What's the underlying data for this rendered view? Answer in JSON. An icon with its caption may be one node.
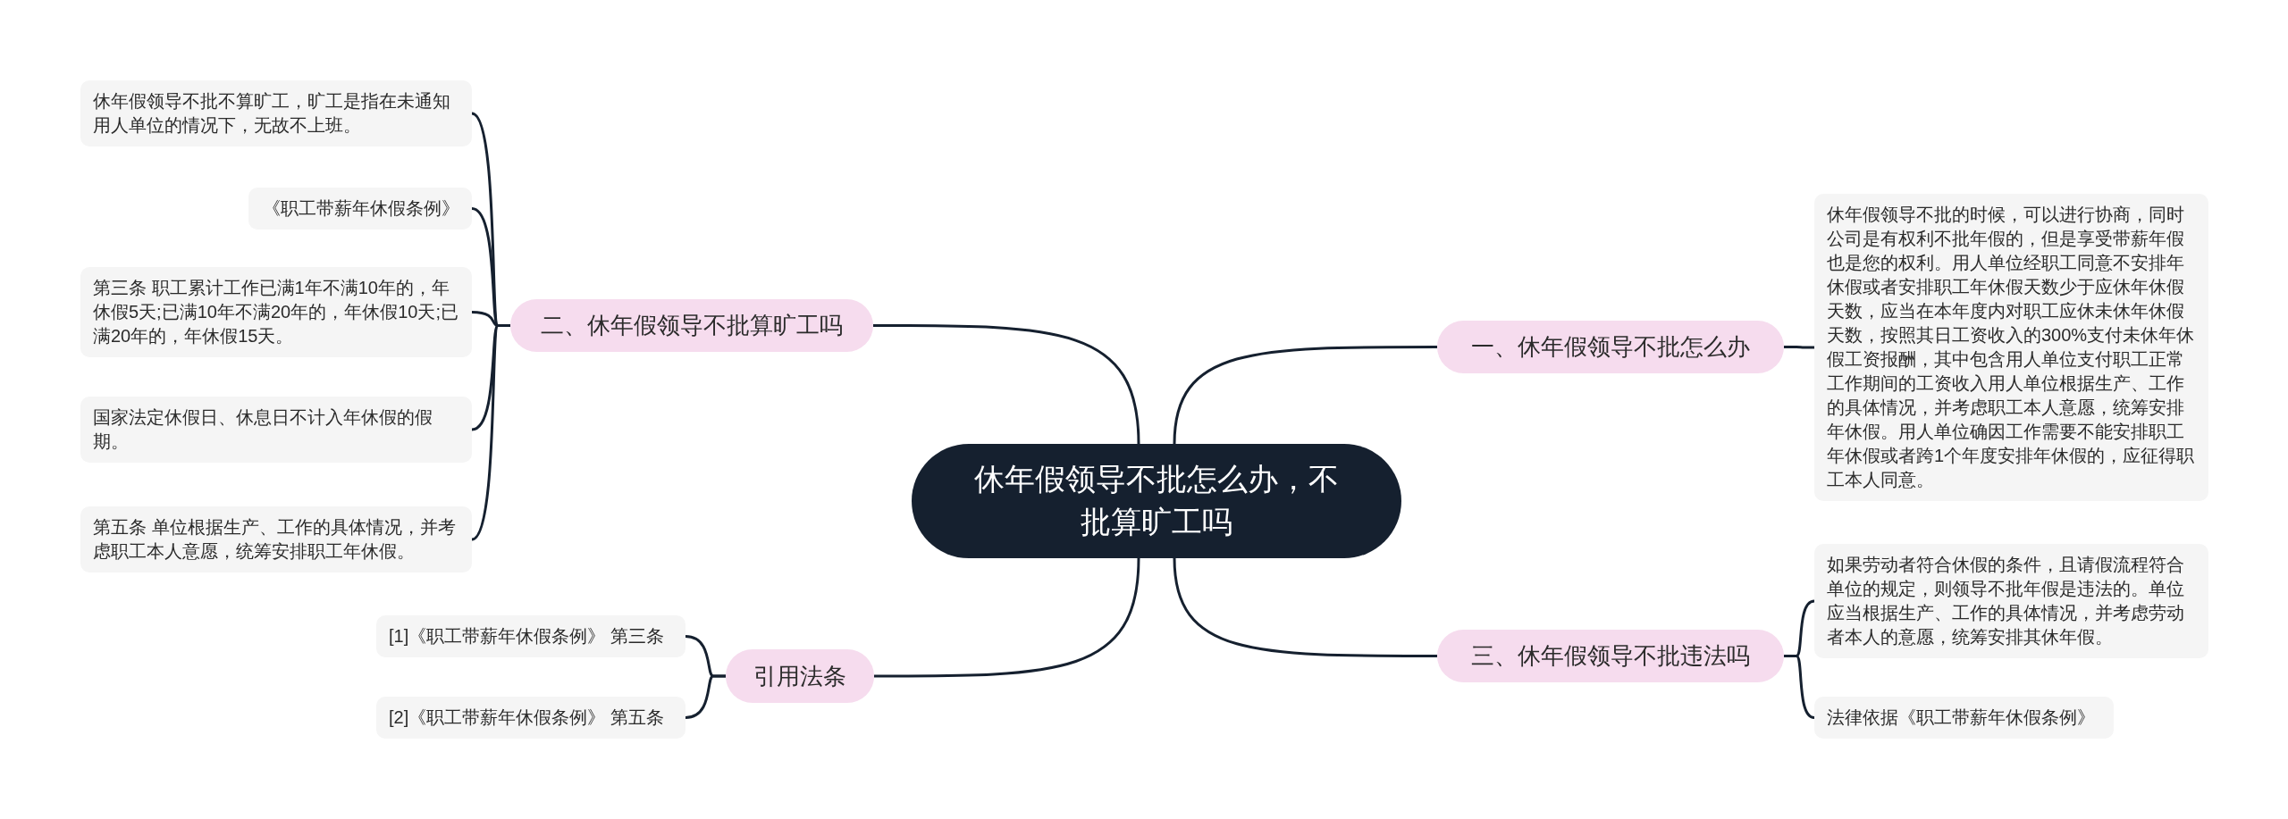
{
  "diagram": {
    "nodes": [
      {
        "text": [
          "休年假领导不批怎么办，不批算旷工吗"
        ]
      },
      {
        "text": [
          "一、休年假领导不批怎么办"
        ]
      },
      {
        "text": [
          "休年假领导不批的时候，可以进行协商，同时公司是有权利不批年假的，但是享受带薪年假也是您的权利。用人单位经职工同意不安排年休假或者安排职工年休假天数少于应休年休假天数，应当在本年度内对职工应休未休年休假天数，按照其日工资收入的300%支付未休年休假工资报酬，其中包含用人单位支付职工正常工作期间的工资收入用人单位根据生产、工作的具体情况，并考虑职工本人意愿，统筹安排年休假。用人单位确因工作需要不能安排职工年休假或者跨1个年度安排年休假的，应征得职工本人同意。"
        ]
      },
      {
        "text": [
          "三、休年假领导不批违法吗"
        ]
      },
      {
        "text": [
          "如果劳动者符合休假的条件，且请假流程符合单位的规定，则领导不批年假是违法的。单位应当根据生产、工作的具体情况，并考虑劳动者本人的意愿，统筹安排其休年假。"
        ]
      },
      {
        "text": [
          "法律依据《职工带薪年休假条例》"
        ]
      },
      {
        "text": [
          "二、休年假领导不批算旷工吗"
        ]
      },
      {
        "text": [
          "休年假领导不批不算旷工，旷工是指在未通知用人单位的情况下，无故不上班。"
        ]
      },
      {
        "text": [
          "《职工带薪年休假条例》"
        ]
      },
      {
        "text": [
          "第三条 职工累计工作已满1年不满10年的，年休假5天;已满10年不满20年的，年休假10天;已满20年的，年休假15天。"
        ]
      },
      {
        "text": [
          "国家法定休假日、休息日不计入年休假的假期。"
        ]
      },
      {
        "text": [
          "第五条 单位根据生产、工作的具体情况，并考虑职工本人意愿，统筹安排职工年休假。"
        ]
      },
      {
        "text": [
          "引用法条"
        ]
      },
      {
        "text": [
          "[1]《职工带薪年休假条例》 第三条"
        ]
      },
      {
        "text": [
          "[2]《职工带薪年休假条例》 第五条"
        ]
      }
    ],
    "edges": [
      {
        "from": 0,
        "to": 1,
        "arrow": "none"
      },
      {
        "from": 0,
        "to": 3,
        "arrow": "none"
      },
      {
        "from": 0,
        "to": 6,
        "arrow": "none"
      },
      {
        "from": 0,
        "to": 12,
        "arrow": "none"
      },
      {
        "from": 1,
        "to": 2,
        "arrow": "none"
      },
      {
        "from": 3,
        "to": 4,
        "arrow": "none"
      },
      {
        "from": 3,
        "to": 5,
        "arrow": "none"
      },
      {
        "from": 6,
        "to": 7,
        "arrow": "none"
      },
      {
        "from": 6,
        "to": 8,
        "arrow": "none"
      },
      {
        "from": 6,
        "to": 9,
        "arrow": "none"
      },
      {
        "from": 6,
        "to": 10,
        "arrow": "none"
      },
      {
        "from": 6,
        "to": 11,
        "arrow": "none"
      },
      {
        "from": 12,
        "to": 13,
        "arrow": "none"
      },
      {
        "from": 12,
        "to": 14,
        "arrow": "none"
      }
    ]
  }
}
